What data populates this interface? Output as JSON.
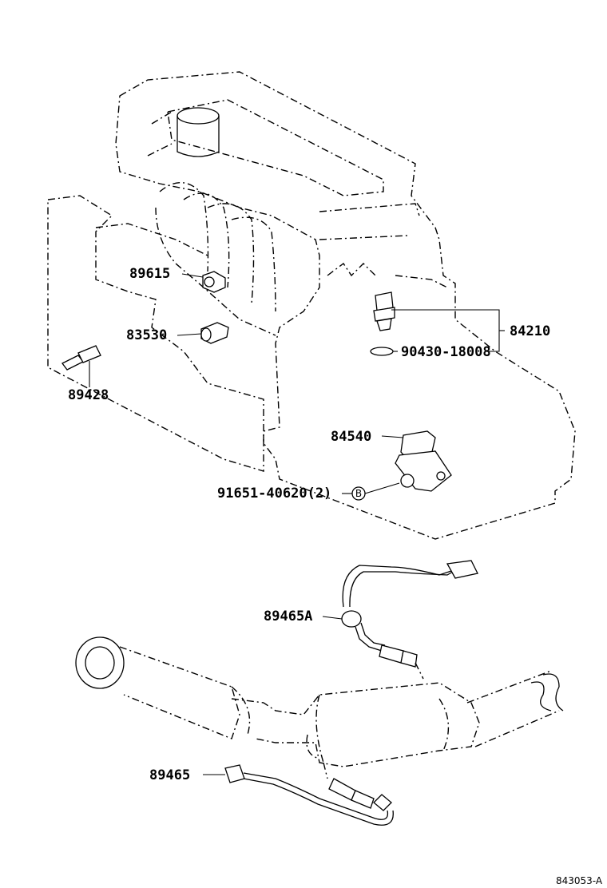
{
  "diagram": {
    "reference_id": "843053-A",
    "callouts": [
      {
        "id": "c-89615",
        "label": "89615"
      },
      {
        "id": "c-83530",
        "label": "83530"
      },
      {
        "id": "c-89428",
        "label": "89428"
      },
      {
        "id": "c-84210",
        "label": "84210"
      },
      {
        "id": "c-90430",
        "label": "90430-18008"
      },
      {
        "id": "c-84540",
        "label": "84540"
      },
      {
        "id": "c-91651",
        "label": "91651-40620(2)"
      },
      {
        "id": "c-89465a",
        "label": "89465A"
      },
      {
        "id": "c-89465",
        "label": "89465"
      }
    ],
    "bolt_symbol": "B"
  }
}
